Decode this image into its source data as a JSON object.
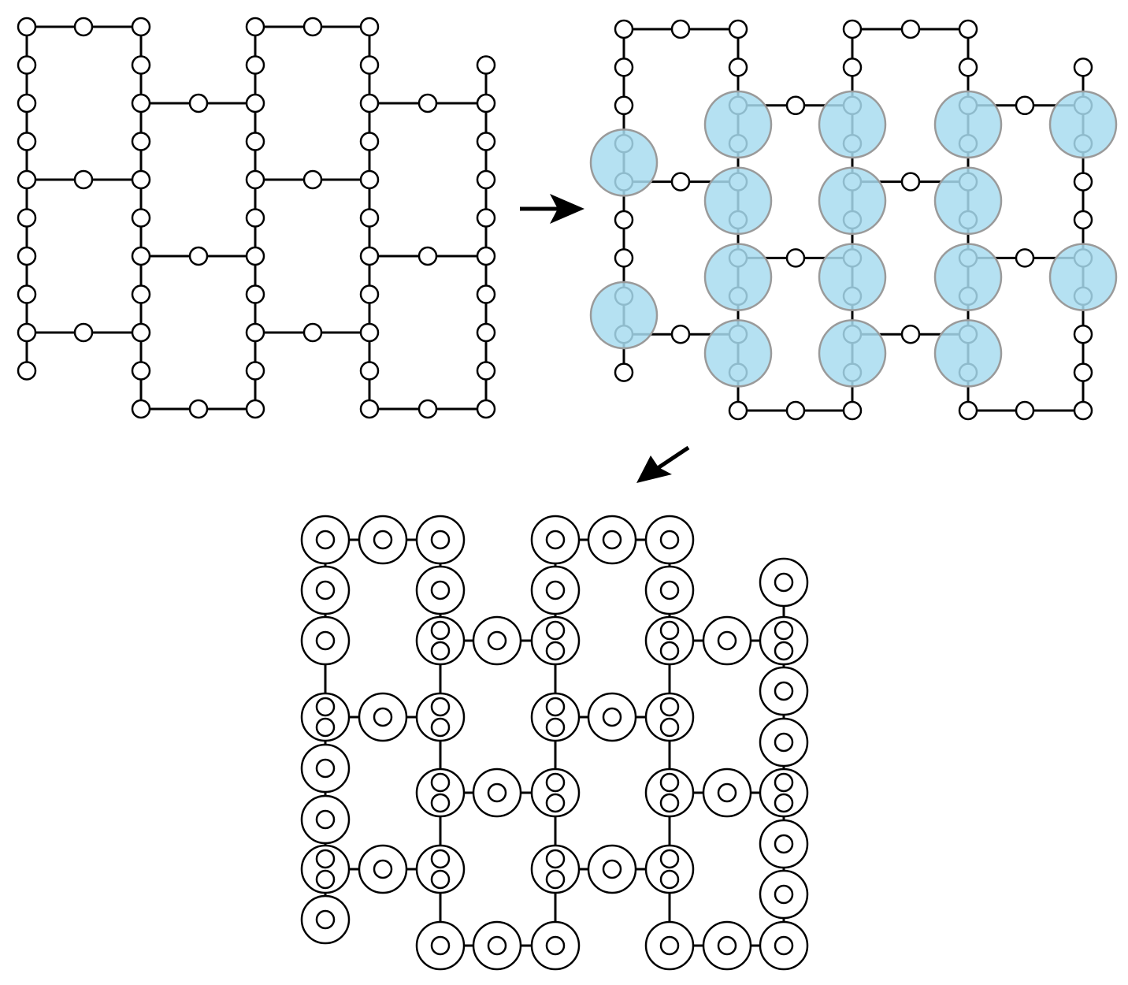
{
  "diagram": {
    "panels": [
      {
        "id": "original-graph",
        "highlight_color": null
      },
      {
        "id": "grouped-graph",
        "highlight_color": "#a8dcf0"
      },
      {
        "id": "coarsened-graph",
        "highlight_color": null
      }
    ],
    "arrows": [
      {
        "from": "original-graph",
        "to": "grouped-graph",
        "direction": "right"
      },
      {
        "from": "grouped-graph",
        "to": "coarsened-graph",
        "direction": "down-left"
      }
    ],
    "colors": {
      "stroke": "#000000",
      "node_fill": "#ffffff",
      "group_fill": "#a8dcf0",
      "group_stroke": "#9a9a9a"
    }
  }
}
